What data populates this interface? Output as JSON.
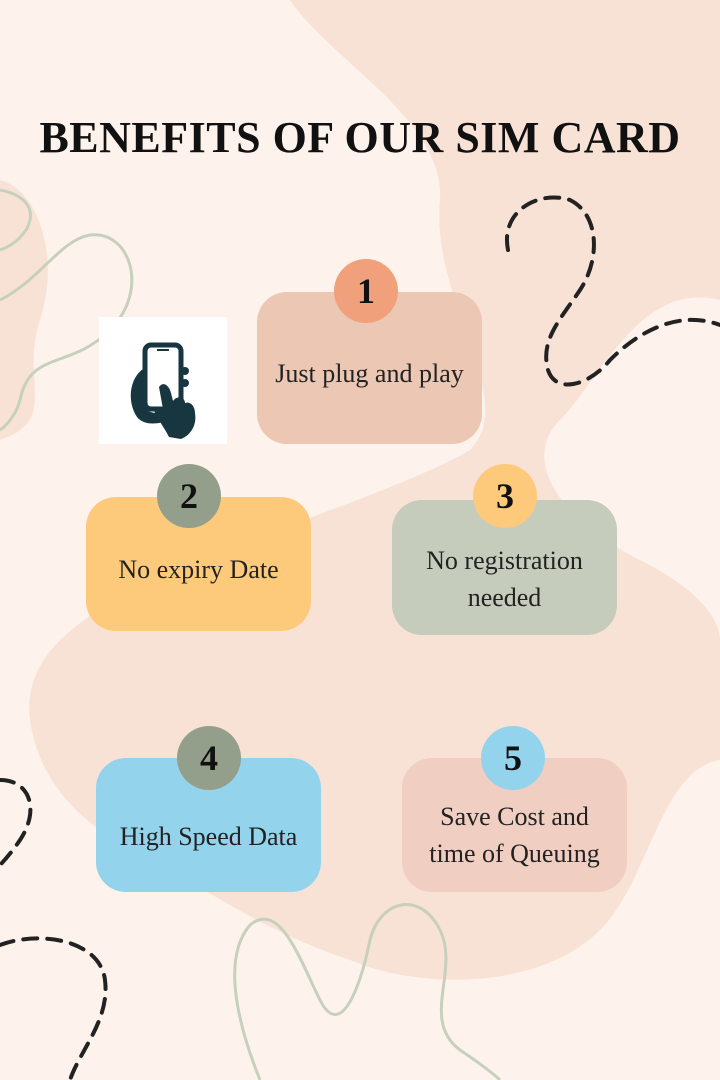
{
  "title": "BENEFITS OF OUR SIM CARD",
  "image": {
    "icon": "hand-holding-phone-icon"
  },
  "benefits": [
    {
      "number": "1",
      "text": "Just plug and play",
      "card_color": "#ecc7b3",
      "badge_color": "#f0a07a"
    },
    {
      "number": "2",
      "text": "No expiry Date",
      "card_color": "#fdca7b",
      "badge_color": "#939f8a"
    },
    {
      "number": "3",
      "text": "No registration needed",
      "card_color": "#c5ccbb",
      "badge_color": "#fdca7b"
    },
    {
      "number": "4",
      "text": "High Speed Data",
      "card_color": "#94d3ec",
      "badge_color": "#939f8a"
    },
    {
      "number": "5",
      "text": "Save Cost and time of Queuing",
      "card_color": "#f0cfc2",
      "badge_color": "#94d3ec"
    }
  ]
}
